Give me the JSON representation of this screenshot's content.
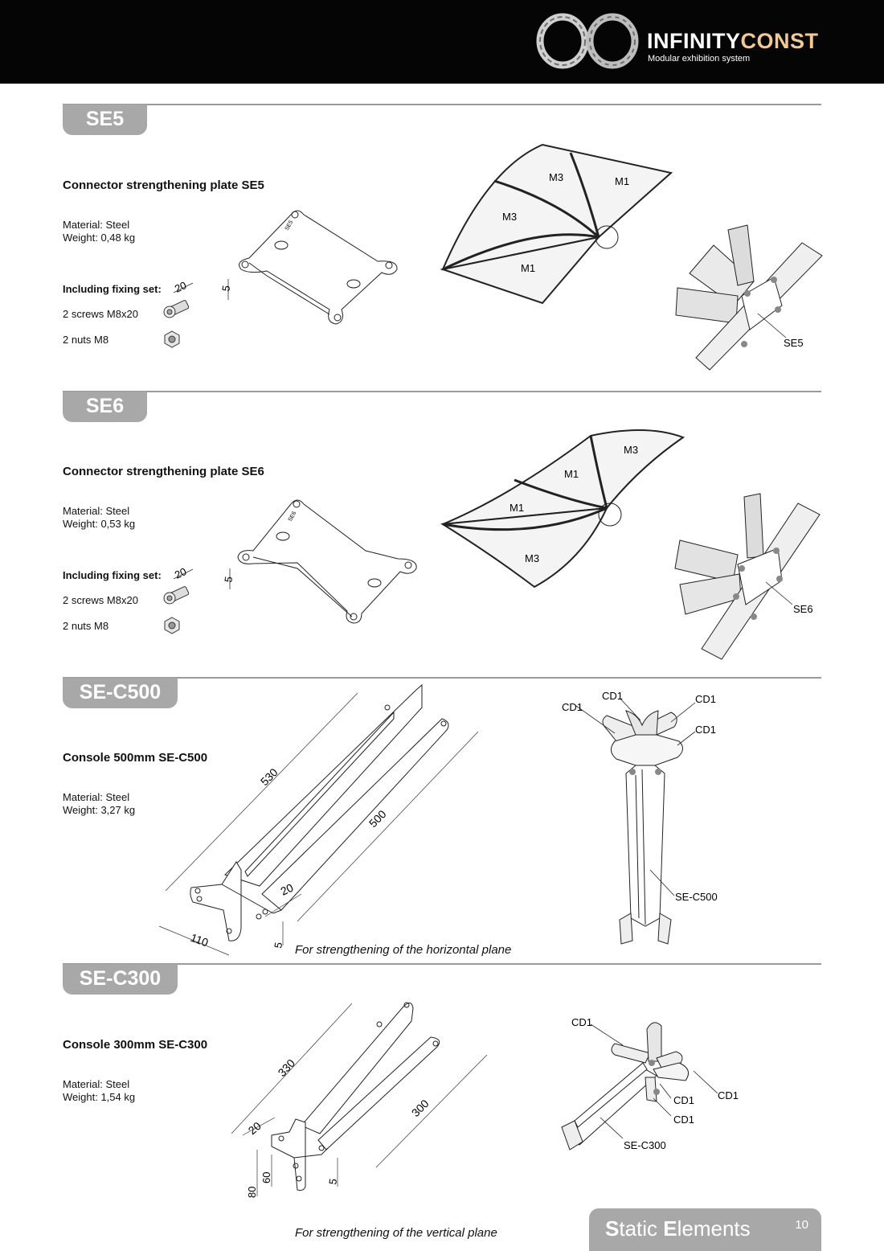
{
  "header": {
    "brand_part1": "INFINITY",
    "brand_part2": "CONST",
    "tagline": "Modular exhibition system",
    "accent_color": "#f2c894",
    "logo_icon": "infinity-rings-logo"
  },
  "sections": [
    {
      "tab": "SE5",
      "title": "Connector strengthening plate SE5",
      "material": "Material: Steel",
      "weight": "Weight: 0,48 kg",
      "fixing_label": "Including fixing set:",
      "fixing_items": [
        "2 screws M8x20",
        "2 nuts M8"
      ],
      "dims": {
        "thickness": "5",
        "screw_length": "20"
      },
      "stamp": "SE5",
      "labels": [
        "M3",
        "M1",
        "M3",
        "M1",
        "SE5"
      ]
    },
    {
      "tab": "SE6",
      "title": "Connector strengthening plate SE6",
      "material": "Material: Steel",
      "weight": "Weight: 0,53 kg",
      "fixing_label": "Including fixing set:",
      "fixing_items": [
        "2 screws M8x20",
        "2 nuts M8"
      ],
      "dims": {
        "thickness": "5",
        "screw_length": "20"
      },
      "stamp": "SE6",
      "labels": [
        "M3",
        "M1",
        "M1",
        "M3",
        "SE6"
      ]
    },
    {
      "tab": "SE-C500",
      "title": "Console 500mm SE-C500",
      "material": "Material: Steel",
      "weight": "Weight: 3,27 kg",
      "dims": {
        "d530": "530",
        "d500": "500",
        "d20": "20",
        "d110": "110",
        "d5": "5"
      },
      "caption": "For strengthening of the horizontal plane",
      "labels": [
        "CD1",
        "CD1",
        "CD1",
        "CD1",
        "SE-C500"
      ]
    },
    {
      "tab": "SE-C300",
      "title": "Console 300mm SE-C300",
      "material": "Material: Steel",
      "weight": "Weight: 1,54 kg",
      "dims": {
        "d330": "330",
        "d300": "300",
        "d20": "20",
        "d80": "80",
        "d60": "60",
        "d5": "5"
      },
      "caption": "For strengthening of the vertical plane",
      "labels": [
        "CD1",
        "CD1",
        "CD1",
        "CD1",
        "SE-C300"
      ]
    }
  ],
  "footer": {
    "title_s": "S",
    "title_rest1": "tatic ",
    "title_e": "E",
    "title_rest2": "lements",
    "page_number": "10"
  }
}
